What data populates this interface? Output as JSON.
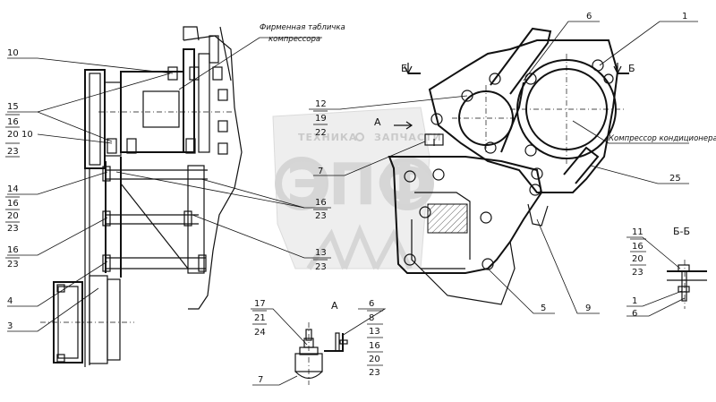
{
  "title_plate": "Фирменная табличка компрессора",
  "title_plate_lines": [
    "Фирменная табличка",
    "компрессора"
  ],
  "compressor_label": "Компрессор кондиционера",
  "section_mark": "Б",
  "section_title": "Б-Б",
  "view_mark": "А",
  "view_title": "А",
  "watermark_brand": [
    "ТЕХНИКА",
    "ЗАПЧАСТИ"
  ],
  "watermark_logo": "ЭПФ",
  "callouts": {
    "c10a": "10",
    "c15": [
      "15",
      "16",
      "20",
      "23"
    ],
    "c10b": "10",
    "c14": [
      "14",
      "16",
      "20",
      "23"
    ],
    "c16": [
      "16",
      "23"
    ],
    "c4": "4",
    "c3": "3",
    "c12": [
      "12",
      "19",
      "22"
    ],
    "c7a": "7",
    "c16b": [
      "16",
      "23"
    ],
    "c13": [
      "13",
      "23"
    ],
    "c6": "6",
    "c1": "1",
    "c25": "25",
    "c5": "5",
    "c9": "9",
    "bb11": [
      "11",
      "16",
      "20",
      "23"
    ],
    "bb1": "1",
    "bb6": "6",
    "a17": [
      "17",
      "21",
      "24"
    ],
    "a6": [
      "6",
      "8",
      "13",
      "16",
      "20",
      "23"
    ],
    "a7": "7"
  }
}
